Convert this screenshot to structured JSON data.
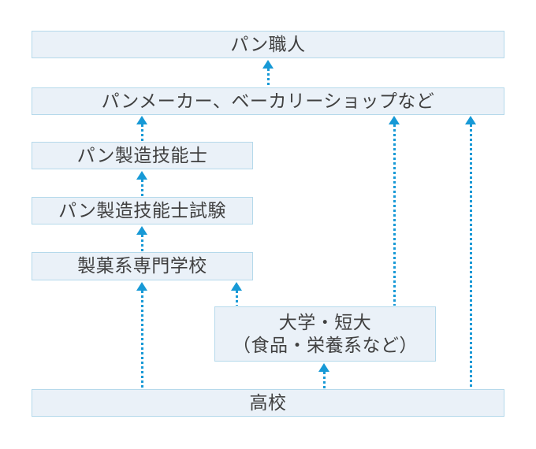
{
  "colors": {
    "background": "#ffffff",
    "box_fill": "#eaf1f8",
    "box_border": "#b5d9eb",
    "arrow": "#1799d6",
    "text": "#404040"
  },
  "diagram": {
    "type": "career-path-flowchart",
    "nodes": {
      "pan_shokunin": {
        "label": "パン職人"
      },
      "pan_maker": {
        "label": "パンメーカー、ベーカリーショップなど"
      },
      "ginoushi": {
        "label": "パン製造技能士"
      },
      "ginoushi_shiken": {
        "label": "パン製造技能士試験"
      },
      "seika_senmon": {
        "label": "製菓系専門学校"
      },
      "daigaku_tandai": {
        "label": "大学・短大\n（食品・栄養系など）"
      },
      "koukou": {
        "label": "高校"
      }
    },
    "edges": [
      {
        "from": "pan_maker",
        "to": "pan_shokunin",
        "style": "dotted-arrow-up"
      },
      {
        "from": "ginoushi",
        "to": "pan_maker",
        "style": "dotted-arrow-up"
      },
      {
        "from": "ginoushi_shiken",
        "to": "ginoushi",
        "style": "dotted-arrow-up"
      },
      {
        "from": "seika_senmon",
        "to": "ginoushi_shiken",
        "style": "dotted-arrow-up"
      },
      {
        "from": "koukou",
        "to": "seika_senmon",
        "style": "dotted-arrow-up"
      },
      {
        "from": "daigaku_tandai",
        "to": "seika_senmon",
        "style": "dotted-arrow-up"
      },
      {
        "from": "koukou",
        "to": "daigaku_tandai",
        "style": "dotted-arrow-up"
      },
      {
        "from": "daigaku_tandai",
        "to": "pan_maker",
        "style": "dotted-arrow-up"
      },
      {
        "from": "koukou",
        "to": "pan_maker",
        "style": "dotted-arrow-up"
      }
    ]
  }
}
